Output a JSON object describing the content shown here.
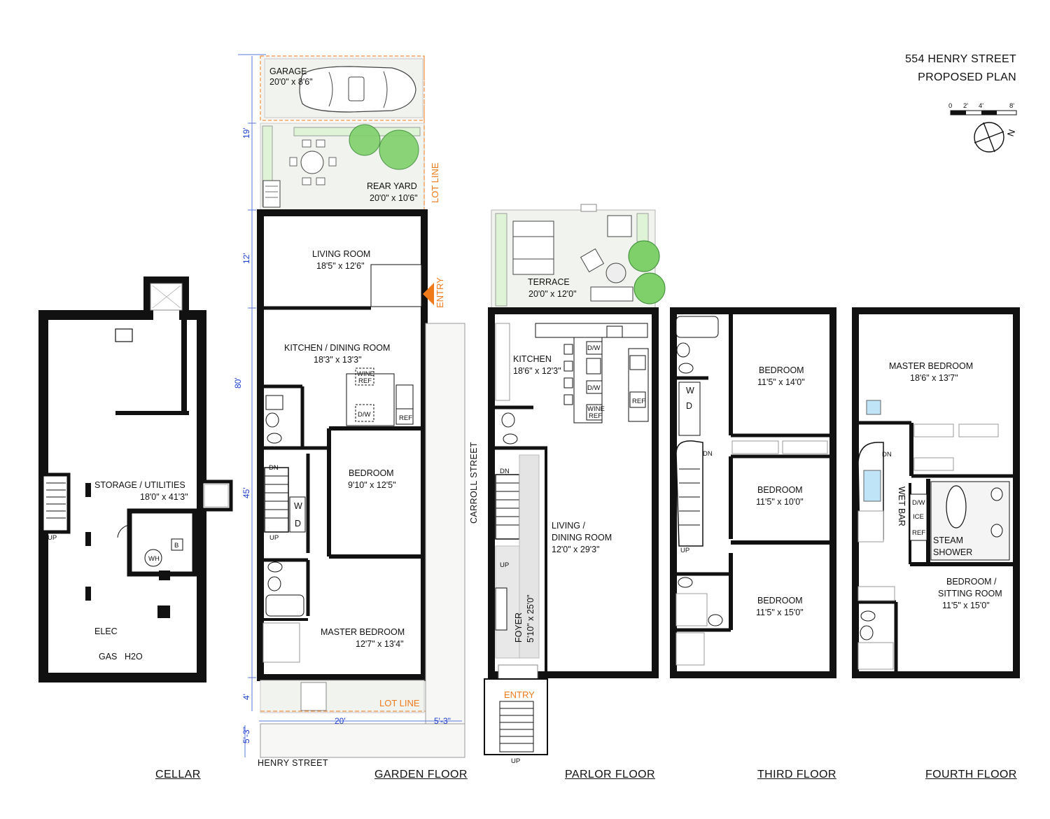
{
  "title": {
    "line1": "554 HENRY STREET",
    "line2": "PROPOSED PLAN"
  },
  "scale": {
    "t0": "0",
    "t1": "2'",
    "t2": "4'",
    "t3": "8'"
  },
  "north": {
    "label": "N"
  },
  "floors": {
    "cellar": "CELLAR",
    "garden": "GARDEN FLOOR",
    "parlor": "PARLOR FLOOR",
    "third": "THIRD FLOOR",
    "fourth": "FOURTH FLOOR"
  },
  "cellar": {
    "storage_name": "STORAGE / UTILITIES",
    "storage_dim": "18'0\" x 41'3\"",
    "up": "UP",
    "wh": "WH",
    "b": "B",
    "elec": "ELEC",
    "gas": "GAS",
    "h2o": "H2O"
  },
  "garden": {
    "garage_name": "GARAGE",
    "garage_dim": "20'0\" x 8'6\"",
    "yard_name": "REAR YARD",
    "yard_dim": "20'0\" x 10'6\"",
    "lot_line": "LOT LINE",
    "living_name": "LIVING ROOM",
    "living_dim": "18'5\" x 12'6\"",
    "entry": "ENTRY",
    "kitchen_name": "KITCHEN / DINING ROOM",
    "kitchen_dim": "18'3\" x 13'3\"",
    "wine": "WINE",
    "ref": "REF",
    "dw": "D/W",
    "bedroom_name": "BEDROOM",
    "bedroom_dim": "9'10\" x 12'5\"",
    "dn": "DN",
    "up": "UP",
    "w": "W",
    "d": "D",
    "master_name": "MASTER BEDROOM",
    "master_dim": "12'7\" x 13'4\"",
    "street": "HENRY STREET",
    "side_street": "CARROLL STREET",
    "dim_19": "19'",
    "dim_12": "12'",
    "dim_80": "80'",
    "dim_45": "45'",
    "dim_4": "4'",
    "dim_53a": "5'-3\"",
    "dim_20": "20'",
    "dim_53b": "5'-3\""
  },
  "parlor": {
    "terrace_name": "TERRACE",
    "terrace_dim": "20'0\" x 12'0\"",
    "kitchen_name": "KITCHEN",
    "kitchen_dim": "18'6\" x 12'3\"",
    "dw": "D/W",
    "wine": "WINE",
    "ref": "REF",
    "dn": "DN",
    "up": "UP",
    "living_name": "LIVING /",
    "living_name2": "DINING ROOM",
    "living_dim": "12'0\" x 29'3\"",
    "foyer": "FOYER",
    "foyer_dim": "5'10\" x 25'0\"",
    "entry": "ENTRY",
    "stoop_up": "UP"
  },
  "third": {
    "bed1_name": "BEDROOM",
    "bed1_dim": "11'5\" x 14'0\"",
    "bed2_name": "BEDROOM",
    "bed2_dim": "11'5\" x 10'0\"",
    "bed3_name": "BEDROOM",
    "bed3_dim": "11'5\" x 15'0\"",
    "w": "W",
    "d": "D",
    "dn": "DN",
    "up": "UP"
  },
  "fourth": {
    "master_name": "MASTER BEDROOM",
    "master_dim": "18'6\" x 13'7\"",
    "dn": "DN",
    "wet_bar": "WET BAR",
    "dw": "D/W",
    "ice": "ICE",
    "ref": "REF",
    "steam1": "STEAM",
    "steam2": "SHOWER",
    "sitting1": "BEDROOM /",
    "sitting2": "SITTING ROOM",
    "sitting_dim": "11'5\" x 15'0\""
  },
  "colors": {
    "wall": "#111111",
    "accent": "#f07a1a",
    "dimension": "#1d3fd0",
    "paving": "#f1f3ef",
    "planting": "#dff3d6",
    "tree": "#7fd06b"
  }
}
